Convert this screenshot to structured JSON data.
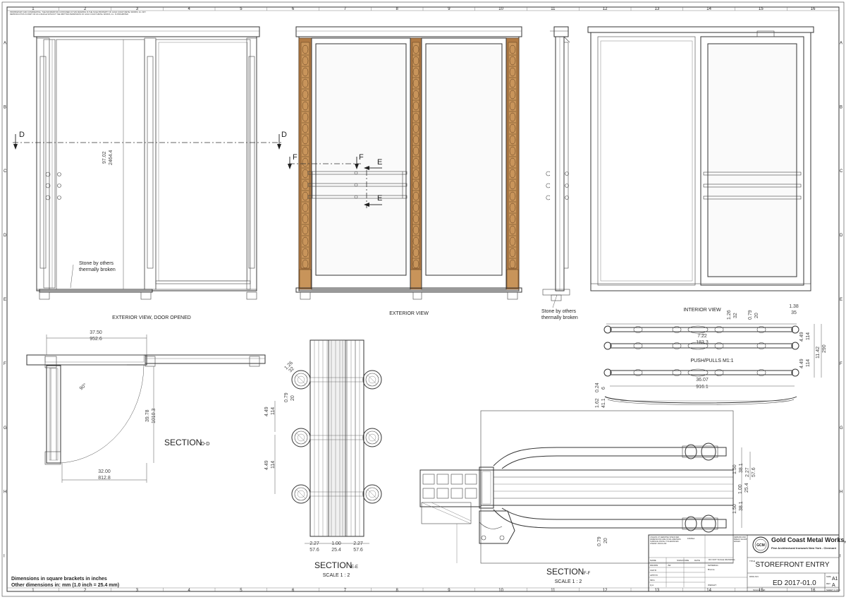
{
  "sheet": {
    "notes_top": "PROPRIETARY AND CONFIDENTIAL: THE INFORMATION CONTAINED IN THIS DRAWING IS THE SOLE PROPERTY OF GOLD COAST METAL WORKS, Inc. ANY REPRODUCTION IN PART OR AS A WHOLE WITHOUT THE WRITTEN PERMISSION OF GOLD COAST METAL WORKS, Inc. IS PROHIBITED.",
    "border_numbers_top": [
      "1",
      "2",
      "3",
      "4",
      "5",
      "6",
      "7",
      "8",
      "9",
      "10",
      "11",
      "12",
      "13",
      "14",
      "15",
      "16"
    ],
    "border_letters": [
      "A",
      "B",
      "C",
      "D",
      "E",
      "F",
      "G",
      "H",
      "I"
    ],
    "dimensions_note_line1": "Dimensions in square brackets in inches",
    "dimensions_note_line2": "Other dimensions in:  mm   (1.0 inch = 25.4 mm)"
  },
  "views": {
    "exterior_opened": {
      "caption": "EXTERIOR VIEW, DOOR OPENED",
      "section_mark": "D",
      "dim_in": "97.02",
      "dim_mm": "2464.4",
      "note_line1": "Stone by others",
      "note_line2": "thermally broken"
    },
    "exterior": {
      "caption": "EXTERIOR VIEW",
      "section_f": "F",
      "section_e": "E"
    },
    "side": {
      "note_line1": "Stone by others",
      "note_line2": "thermally broken"
    },
    "interior": {
      "caption": "INTERIOR VIEW"
    }
  },
  "push_pulls": {
    "caption": "PUSH/PULLS M1:1",
    "dims": {
      "top_a_in": "1.26",
      "top_a_mm": "32",
      "top_b_in": "0.79",
      "top_b_mm": "20",
      "top_c_in": "1.38",
      "top_c_mm": "35",
      "mid_in": "7.22",
      "mid_mm": "183.3",
      "right_a_in": "4.49",
      "right_a_mm": "114",
      "right_b_in": "4.49",
      "right_b_mm": "114",
      "right_total_in": "11.42",
      "right_total_mm": "290",
      "width_in": "36.07",
      "width_mm": "916.1",
      "left_in": "0.24",
      "left_mm": "6",
      "proj_in": "1.62",
      "proj_mm": "41.1"
    }
  },
  "section_dd": {
    "title": "SECTION",
    "suffix": "D-D",
    "top_in": "37.50",
    "top_mm": "952.6",
    "right_in": "39.78",
    "right_mm": "1010.3",
    "bottom_in": "32.00",
    "bottom_mm": "812.8",
    "angle": "90°"
  },
  "section_ee": {
    "title": "SECTION",
    "suffix": "E-E",
    "scale": "SCALE 1 : 2",
    "dims": {
      "diag_in": "1.26",
      "diag_mm": "32",
      "a_in": "0.79",
      "a_mm": "20",
      "b_in": "4.49",
      "b_mm": "114",
      "c_in": "4.49",
      "c_mm": "114",
      "bl_in": "2.27",
      "bl_mm": "57.6",
      "bm_in": "1.00",
      "bm_mm": "25.4",
      "br_in": "2.27",
      "br_mm": "57.6"
    }
  },
  "section_ff": {
    "title": "SECTION",
    "suffix": "F-F",
    "scale": "SCALE 1 : 2",
    "dims": {
      "r1_in": "1.50",
      "r1_mm": "38.1",
      "r2_in": "2.27",
      "r2_mm": "57.6",
      "r3_in": "1.00",
      "r3_mm": "25.4",
      "r4_in": "1.50",
      "r4_mm": "38.1",
      "bot_in": "0.79",
      "bot_mm": "20"
    }
  },
  "title_block": {
    "company": "Gold Coast Metal Works, Inc.",
    "tagline": "Fine Architectural Ironwork New York - Clermont",
    "title": "STOREFRONT ENTRY",
    "dwg_no": "ED 2017-01.0",
    "size": "A1",
    "rev": "A",
    "labels": {
      "title_label": "TITLE",
      "dwg_label": "DWG NO.",
      "size_label": "SIZE",
      "rev_label": "REV",
      "scale_label": "SCALE: 1:20",
      "sheet_label": "SHEET 1 OF 1",
      "weight_label": "WEIGHT:",
      "name": "NAME",
      "signature": "SIGNATURE",
      "date": "DATE",
      "drawn": "DRAWN",
      "chkd": "CHK'D",
      "apprd": "APPV'D",
      "mfg": "MFG",
      "qa": "Q.A",
      "material": "MATERIAL:",
      "finish": "FINISH:",
      "drawn_by": "JW",
      "deburr": "DEBURR AND BREAK SHARP EDGES",
      "dont_scale": "DO NOT SCALE DRAWING",
      "revision": "REVISION",
      "general_notes": "UNLESS OTHERWISE SPECIFIED: DIMENSIONS ARE IN MILLIMETERS SURFACE FINISH: TOLERANCES: LINEAR: ANGULAR:",
      "material_value": "Bronze"
    }
  }
}
